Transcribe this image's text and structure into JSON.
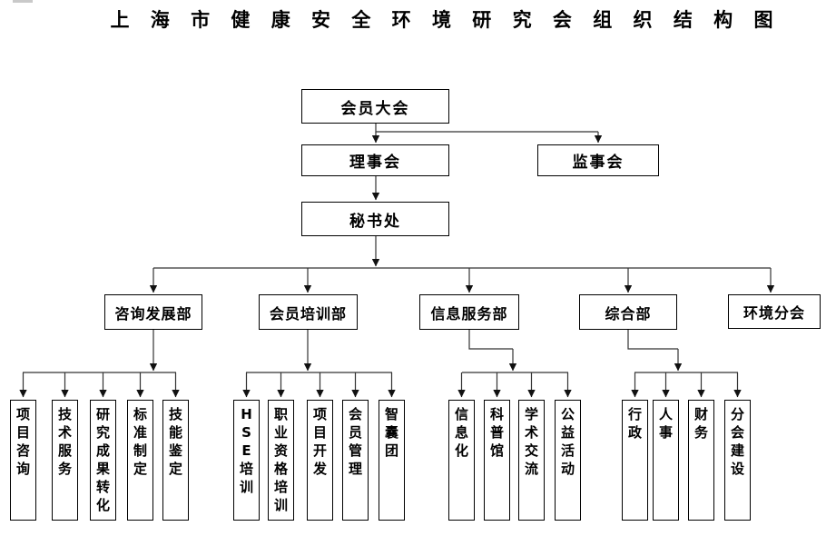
{
  "title": "上 海 市 健 康 安 全 环 境 研 究 会 组 织 结 构 图",
  "colors": {
    "line": "#333333",
    "box_border": "#000000",
    "background": "#ffffff"
  },
  "org_chart": {
    "top_nodes": {
      "member_assembly": "会员大会",
      "council": "理事会",
      "supervisory_board": "监事会",
      "secretariat": "秘书处"
    },
    "departments": [
      {
        "label": "咨询发展部",
        "children": [
          "项目咨询",
          "技术服务",
          "研究成果转化",
          "标准制定",
          "技能鉴定"
        ]
      },
      {
        "label": "会员培训部",
        "children": [
          "HSE培训",
          "职业资格培训",
          "项目开发",
          "会员管理",
          "智囊团"
        ]
      },
      {
        "label": "信息服务部",
        "children": [
          "信息化",
          "科普馆",
          "学术交流",
          "公益活动"
        ]
      },
      {
        "label": "综合部",
        "children": [
          "行政",
          "人事",
          "财务",
          "分会建设"
        ]
      },
      {
        "label": "环境分会",
        "children": []
      }
    ]
  }
}
